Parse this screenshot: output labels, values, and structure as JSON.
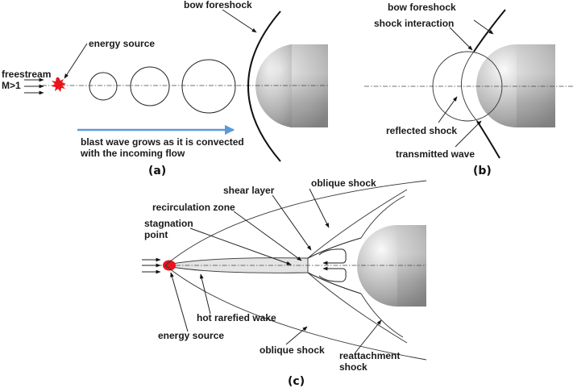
{
  "panels": {
    "a": {
      "caption": "(a)",
      "labels": {
        "bow_foreshock": "bow foreshock",
        "energy_source": "energy source",
        "freestream_line1": "freestream",
        "freestream_line2": "M>1",
        "blast_line1": "blast wave grows as it is convected",
        "blast_line2": "with the incoming flow"
      },
      "colors": {
        "energy_source": "#e8141c",
        "convection_arrow": "#5b9bd5"
      }
    },
    "b": {
      "caption": "(b)",
      "labels": {
        "bow_foreshock": "bow foreshock",
        "shock_interaction": "shock interaction",
        "reflected_shock": "reflected shock",
        "transmitted_wave": "transmitted wave"
      }
    },
    "c": {
      "caption": "(c)",
      "labels": {
        "shear_layer": "shear layer",
        "oblique_shock_top": "oblique shock",
        "recirculation_zone": "recirculation zone",
        "stagnation_line1": "stagnation",
        "stagnation_line2": "point",
        "hot_wake": "hot rarefied wake",
        "energy_source": "energy source",
        "oblique_shock_bottom": "oblique shock",
        "reattachment_line1": "reattachment",
        "reattachment_line2": "shock"
      },
      "colors": {
        "energy_source": "#e8141c",
        "wake_fill": "#e4e4e4"
      }
    }
  }
}
